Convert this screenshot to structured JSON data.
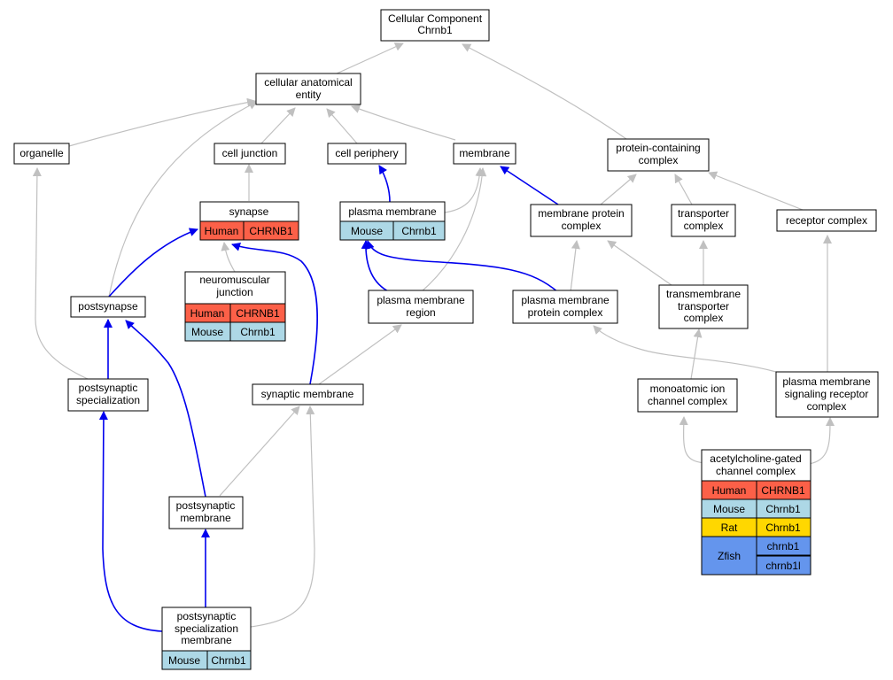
{
  "colors": {
    "human": "#fc6048",
    "mouse": "#add8e6",
    "rat": "#ffd700",
    "zfish": "#6495ed",
    "edge_gray": "#c0c0c0",
    "edge_blue": "#0000ee"
  },
  "nodes": {
    "cellular_component": {
      "lines": [
        "Cellular Component",
        "Chrnb1"
      ]
    },
    "cellular_anatomical_entity": {
      "lines": [
        "cellular anatomical",
        "entity"
      ]
    },
    "organelle": {
      "lines": [
        "organelle"
      ]
    },
    "cell_junction": {
      "lines": [
        "cell junction"
      ]
    },
    "cell_periphery": {
      "lines": [
        "cell periphery"
      ]
    },
    "membrane": {
      "lines": [
        "membrane"
      ]
    },
    "protein_containing_complex": {
      "lines": [
        "protein-containing",
        "complex"
      ]
    },
    "synapse": {
      "lines": [
        "synapse"
      ],
      "rows": [
        [
          "Human",
          "CHRNB1"
        ]
      ]
    },
    "plasma_membrane": {
      "lines": [
        "plasma membrane"
      ],
      "rows": [
        [
          "Mouse",
          "Chrnb1"
        ]
      ]
    },
    "membrane_protein_complex": {
      "lines": [
        "membrane protein",
        "complex"
      ]
    },
    "transporter_complex": {
      "lines": [
        "transporter",
        "complex"
      ]
    },
    "receptor_complex": {
      "lines": [
        "receptor complex"
      ]
    },
    "neuromuscular_junction": {
      "lines": [
        "neuromuscular",
        "junction"
      ],
      "rows": [
        [
          "Human",
          "CHRNB1"
        ],
        [
          "Mouse",
          "Chrnb1"
        ]
      ]
    },
    "postsynapse": {
      "lines": [
        "postsynapse"
      ]
    },
    "plasma_membrane_region": {
      "lines": [
        "plasma membrane",
        "region"
      ]
    },
    "plasma_membrane_protein_complex": {
      "lines": [
        "plasma membrane",
        "protein complex"
      ]
    },
    "transmembrane_transporter_complex": {
      "lines": [
        "transmembrane",
        "transporter",
        "complex"
      ]
    },
    "postsynaptic_specialization": {
      "lines": [
        "postsynaptic",
        "specialization"
      ]
    },
    "synaptic_membrane": {
      "lines": [
        "synaptic membrane"
      ]
    },
    "monoatomic_ion_channel_complex": {
      "lines": [
        "monoatomic ion",
        "channel complex"
      ]
    },
    "plasma_membrane_signaling_receptor_complex": {
      "lines": [
        "plasma membrane",
        "signaling receptor",
        "complex"
      ]
    },
    "acetylcholine_gated_channel_complex": {
      "lines": [
        "acetylcholine-gated",
        "channel complex"
      ],
      "rows": [
        [
          "Human",
          "CHRNB1"
        ],
        [
          "Mouse",
          "Chrnb1"
        ],
        [
          "Rat",
          "Chrnb1"
        ],
        [
          "Zfish",
          "chrnb1",
          "chrnb1l"
        ]
      ]
    },
    "postsynaptic_membrane": {
      "lines": [
        "postsynaptic",
        "membrane"
      ]
    },
    "postsynaptic_specialization_membrane": {
      "lines": [
        "postsynaptic",
        "specialization",
        "membrane"
      ],
      "rows": [
        [
          "Mouse",
          "Chrnb1"
        ]
      ]
    }
  }
}
